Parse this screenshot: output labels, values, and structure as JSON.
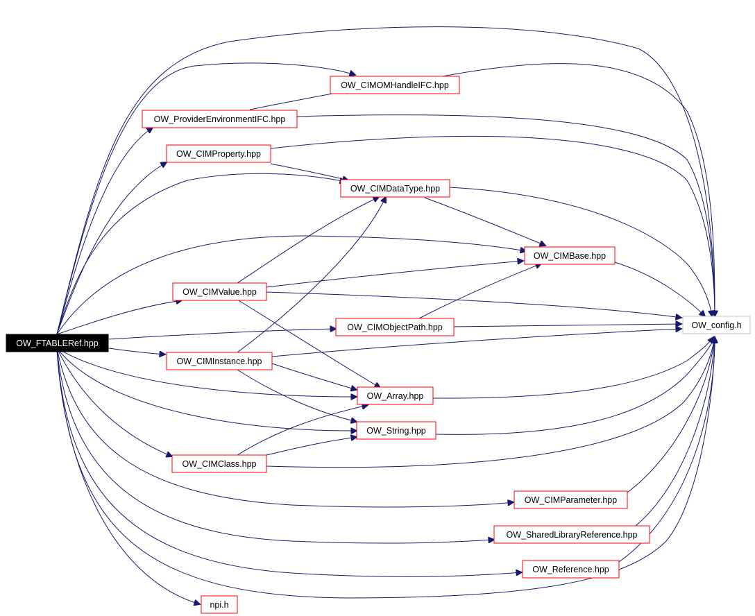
{
  "colors": {
    "edge": "#191970",
    "node_border": "#ff0000",
    "root_fill": "#000000",
    "root_text": "#ffffff",
    "leaf_border": "#c0c0c0"
  },
  "nodes": {
    "root": "OW_FTABLERef.hpp",
    "cimomhandle": "OW_CIMOMHandleIFC.hpp",
    "provenv": "OW_ProviderEnvironmentIFC.hpp",
    "cimproperty": "OW_CIMProperty.hpp",
    "cimdatatype": "OW_CIMDataType.hpp",
    "cimbase": "OW_CIMBase.hpp",
    "cimvalue": "OW_CIMValue.hpp",
    "cimobjectpath": "OW_CIMObjectPath.hpp",
    "config": "OW_config.h",
    "ciminstance": "OW_CIMInstance.hpp",
    "array": "OW_Array.hpp",
    "string": "OW_String.hpp",
    "cimclass": "OW_CIMClass.hpp",
    "cimparameter": "OW_CIMParameter.hpp",
    "sharedlib": "OW_SharedLibraryReference.hpp",
    "reference": "OW_Reference.hpp",
    "npi": "npi.h"
  }
}
